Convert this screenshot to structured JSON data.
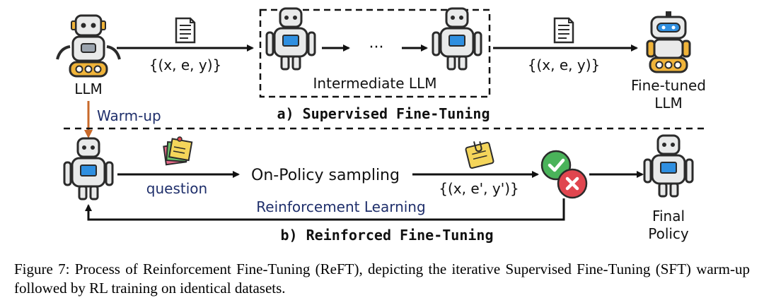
{
  "sft": {
    "llm_label": "LLM",
    "data_left": "{(x, e, y)}",
    "dots": "···",
    "intermediate_label": "Intermediate LLM",
    "data_right": "{(x, e, y)}",
    "finetuned_line1": "Fine-tuned",
    "finetuned_line2": "LLM",
    "section_title": "a) Supervised Fine-Tuning"
  },
  "warmup_label": "Warm-up",
  "reft": {
    "question_label": "question",
    "sampling_label": "On-Policy sampling",
    "data_label": "{(x, e', y')}",
    "rl_label": "Reinforcement Learning",
    "final_line1": "Final",
    "final_line2": "Policy",
    "section_title": "b) Reinforced Fine-Tuning"
  },
  "caption": "Figure 7: Process of Reinforcement Fine-Tuning (ReFT), depicting the iterative Supervised Fine-Tuning (SFT) warm-up followed by RL training on identical datasets.",
  "colors": {
    "robot_body": "#e9eaea",
    "robot_outline": "#2b2b2b",
    "robot_accent": "#f0b43a",
    "screen_blue": "#2f8fe0",
    "arrow": "#111111",
    "warmup_orange": "#c8692a",
    "label_navy": "#1f2f6b",
    "check_green": "#4ab35a",
    "cross_red": "#e0464f",
    "note_yellow": "#f4d55a",
    "note_green": "#6cc26c",
    "note_pink": "#e86a8a"
  }
}
